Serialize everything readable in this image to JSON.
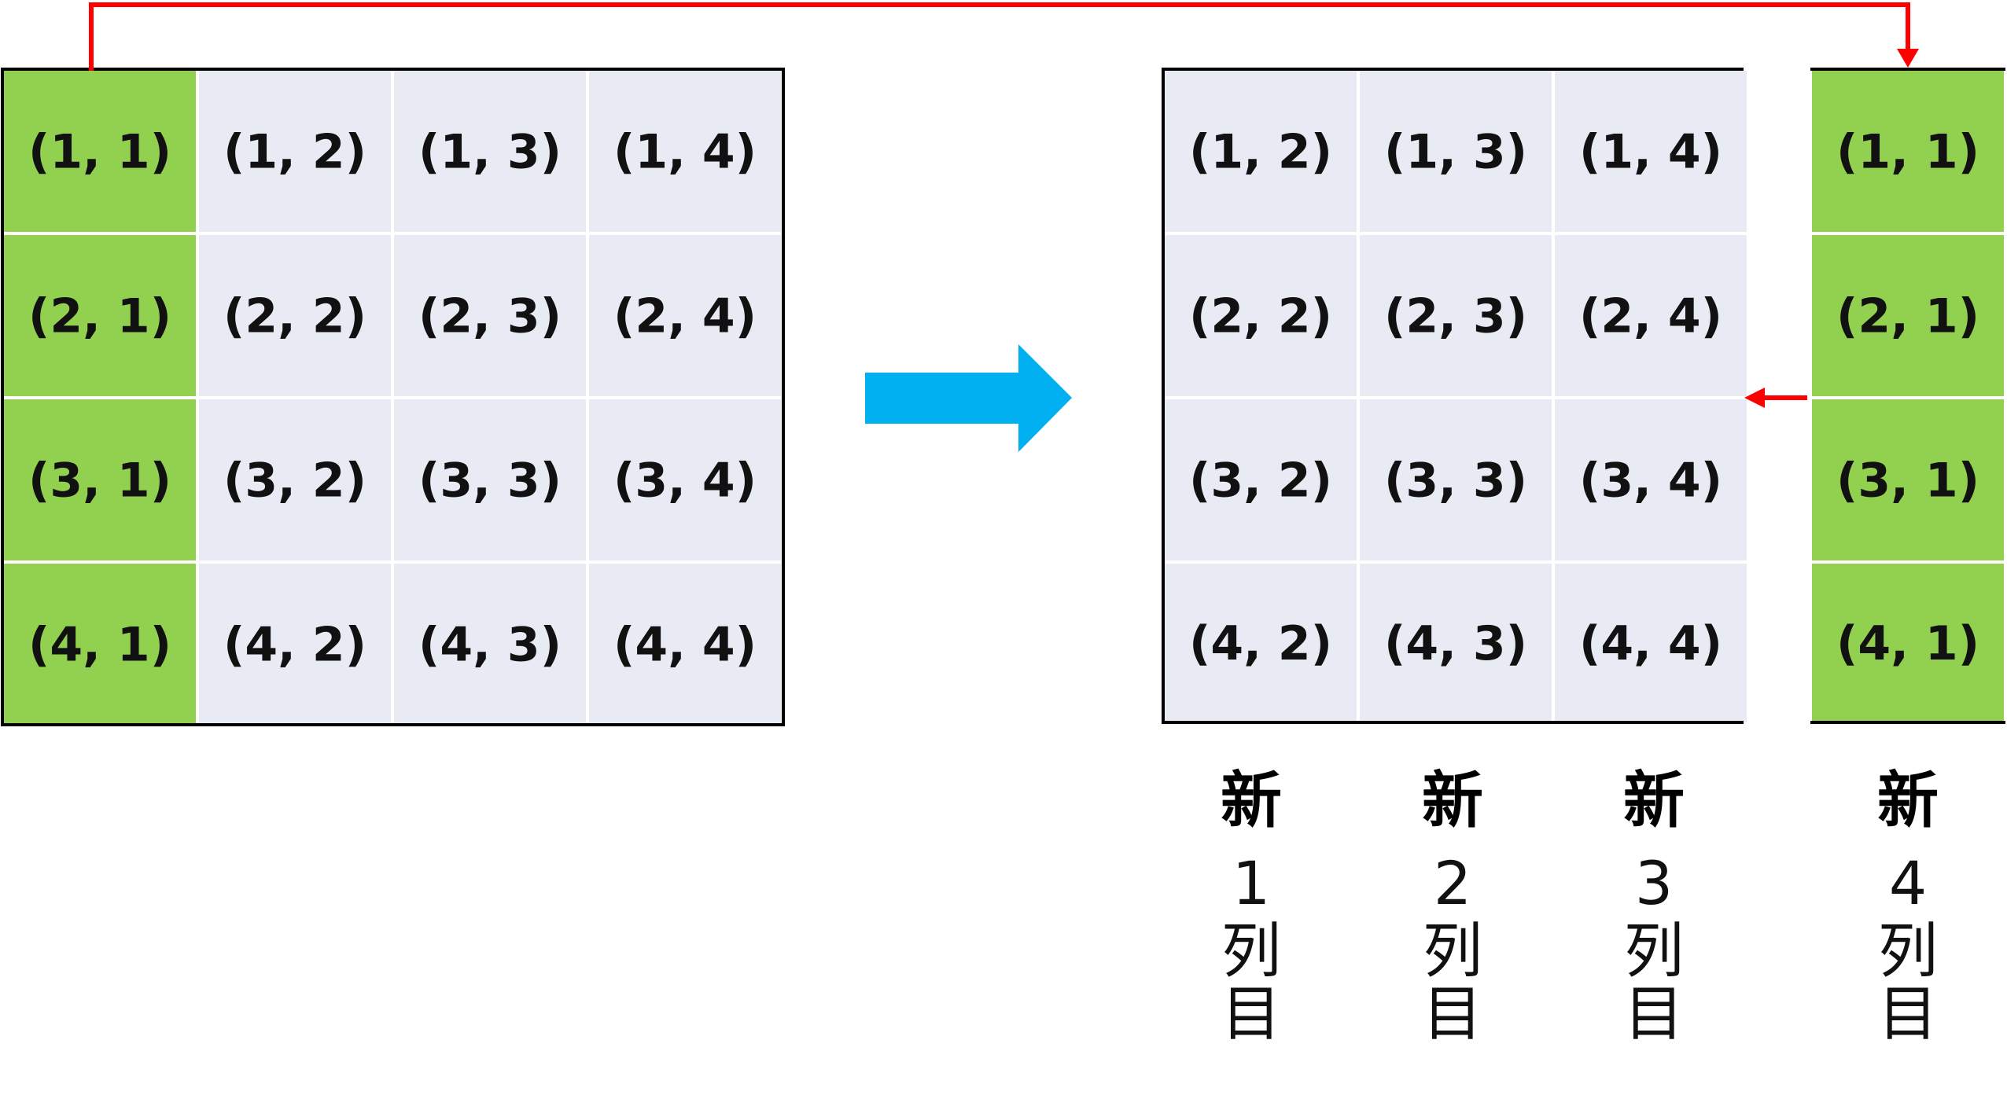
{
  "colors": {
    "highlight": "#92d050",
    "cell": "#e8eaf4",
    "grid_line": "#ffffff",
    "border": "#000000",
    "red_arrow": "#ff0000",
    "blue_arrow": "#00b0f0"
  },
  "left_matrix": {
    "rows": [
      [
        "(1, 1)",
        "(1, 2)",
        "(1, 3)",
        "(1, 4)"
      ],
      [
        "(2, 1)",
        "(2, 2)",
        "(2, 3)",
        "(2, 4)"
      ],
      [
        "(3, 1)",
        "(3, 2)",
        "(3, 3)",
        "(3, 4)"
      ],
      [
        "(4, 1)",
        "(4, 2)",
        "(4, 3)",
        "(4, 4)"
      ]
    ]
  },
  "right_matrix": {
    "rows": [
      [
        "(1, 2)",
        "(1, 3)",
        "(1, 4)"
      ],
      [
        "(2, 2)",
        "(2, 3)",
        "(2, 4)"
      ],
      [
        "(3, 2)",
        "(3, 3)",
        "(3, 4)"
      ],
      [
        "(4, 2)",
        "(4, 3)",
        "(4, 4)"
      ]
    ]
  },
  "moved_column": {
    "cells": [
      "(1, 1)",
      "(2, 1)",
      "(3, 1)",
      "(4, 1)"
    ]
  },
  "column_labels": [
    {
      "prefix": "新",
      "number": "1",
      "line2": "列",
      "line3": "目"
    },
    {
      "prefix": "新",
      "number": "2",
      "line2": "列",
      "line3": "目"
    },
    {
      "prefix": "新",
      "number": "3",
      "line2": "列",
      "line3": "目"
    },
    {
      "prefix": "新",
      "number": "4",
      "line2": "列",
      "line3": "目"
    }
  ],
  "icons": {
    "transform_arrow": "right-block-arrow-icon",
    "move_arrow": "red-connector-arrow-icon",
    "shift_arrow": "red-left-arrow-icon"
  }
}
